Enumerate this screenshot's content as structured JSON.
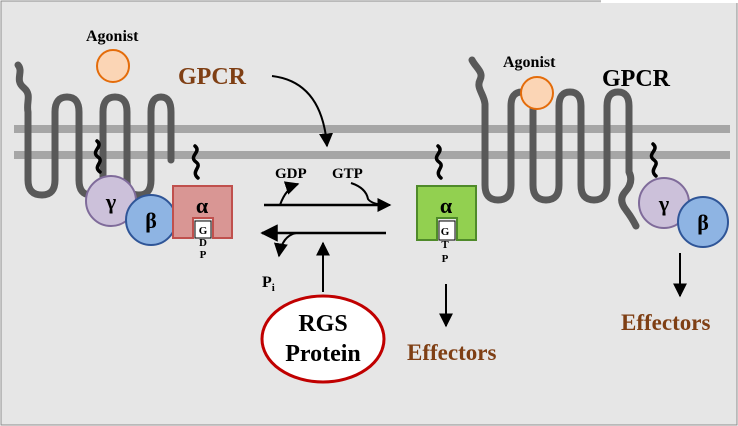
{
  "labels": {
    "agonist_left": "Agonist",
    "agonist_right": "Agonist",
    "gpcr_left": "GPCR",
    "gpcr_right": "GPCR",
    "gamma": "γ",
    "beta": "β",
    "alpha": "α",
    "gdp_letters": [
      "G",
      "D",
      "P"
    ],
    "gtp_letters": [
      "G",
      "T",
      "P"
    ],
    "gdp": "GDP",
    "gtp": "GTP",
    "pi_main": "P",
    "pi_sub": "i",
    "rgs_line1": "RGS",
    "rgs_line2": "Protein",
    "effectors_center": "Effectors",
    "effectors_right": "Effectors"
  },
  "colors": {
    "background": "#e6e6e6",
    "membrane": "#a6a6a6",
    "receptor": "#595959",
    "agonist_fill": "#fbd5b5",
    "agonist_stroke": "#e46c0a",
    "gamma_fill": "#ccc1da",
    "gamma_stroke": "#7f6b9a",
    "beta_fill": "#8eb4e3",
    "beta_stroke": "#2f5597",
    "alpha_gdp_fill": "#d99694",
    "alpha_gdp_stroke": "#c0504d",
    "alpha_gtp_fill": "#92d050",
    "alpha_gtp_stroke": "#4f8a2a",
    "gpcr_label": "#7f3f14",
    "effectors_label": "#7f3f14",
    "rgs_stroke": "#c00000"
  }
}
